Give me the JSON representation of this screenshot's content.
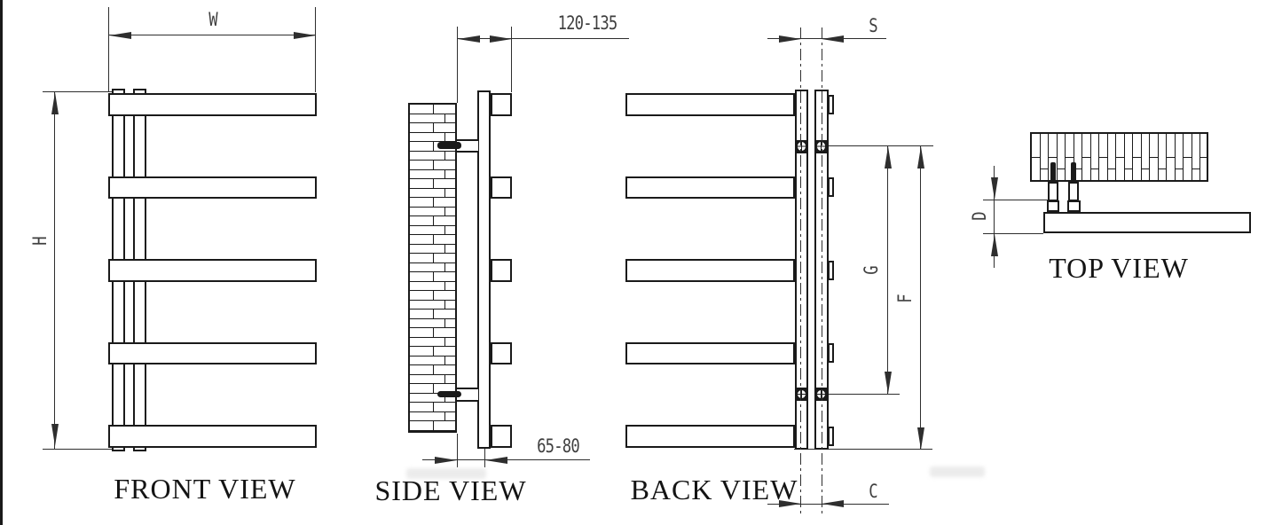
{
  "views": {
    "front": {
      "label": "FRONT VIEW"
    },
    "side": {
      "label": "SIDE VIEW"
    },
    "back": {
      "label": "BACK VIEW"
    },
    "top": {
      "label": "TOP VIEW"
    }
  },
  "dimensions": {
    "w": "W",
    "h": "H",
    "side_depth_range": "120-135",
    "side_clearance_range": "65-80",
    "s": "S",
    "g": "G",
    "f": "F",
    "c": "C",
    "d": "D"
  },
  "colors": {
    "line": "#1a1a1a",
    "dimension_line": "#2e2e2e",
    "dimension_text": "#3f3f3f",
    "background": "#ffffff"
  }
}
